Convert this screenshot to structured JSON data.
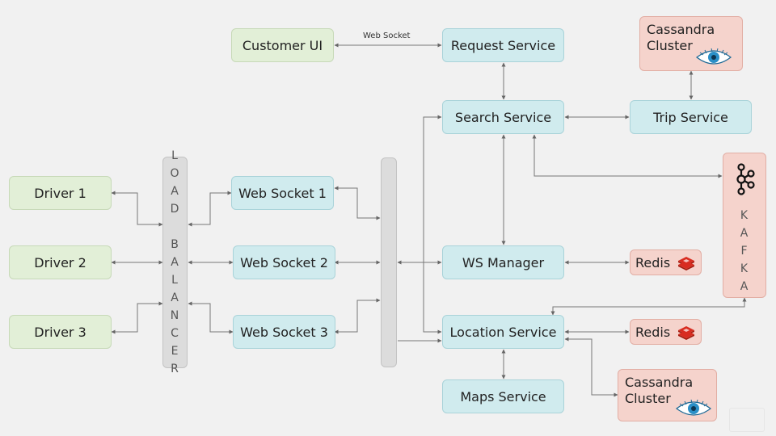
{
  "nodes": {
    "customer_ui": "Customer UI",
    "request_service": "Request Service",
    "search_service": "Search Service",
    "trip_service": "Trip Service",
    "cassandra_top": "Cassandra Cluster",
    "cassandra_bottom": "Cassandra Cluster",
    "driver_1": "Driver 1",
    "driver_2": "Driver 2",
    "driver_3": "Driver 3",
    "ws_1": "Web Socket 1",
    "ws_2": "Web Socket 2",
    "ws_3": "Web Socket 3",
    "ws_manager": "WS Manager",
    "location_service": "Location Service",
    "maps_service": "Maps Service",
    "redis_1": "Redis",
    "redis_2": "Redis",
    "load_balancer_letters": [
      "L",
      "O",
      "A",
      "D",
      "",
      "B",
      "A",
      "L",
      "A",
      "N",
      "C",
      "E",
      "R"
    ],
    "kafka_letters": [
      "K",
      "A",
      "F",
      "K",
      "A"
    ]
  },
  "edge_labels": {
    "customer_request": "Web Socket"
  },
  "icons": {
    "cassandra": "cassandra-eye-icon",
    "redis": "redis-icon",
    "kafka": "kafka-icon"
  },
  "colors": {
    "client": "#e2efd7",
    "service": "#d0ebee",
    "datastore": "#f5d3cc",
    "infra": "#dcdcdc",
    "edge": "#666666",
    "redis": "#d82c20",
    "cassandra_eye": "#2a8fc7"
  }
}
